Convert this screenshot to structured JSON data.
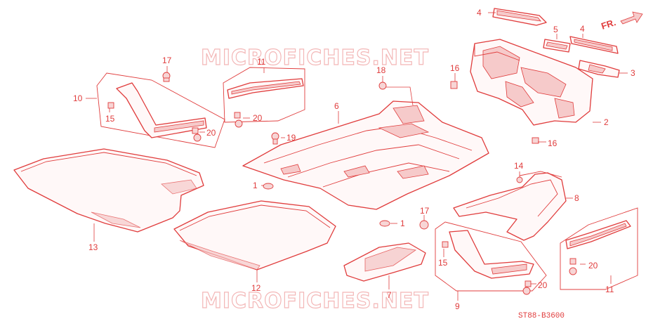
{
  "watermark": "MICROFICHES.NET",
  "direction_label": "FR.",
  "diagram_code": "ST88-B3600",
  "callouts": {
    "c1a": "1",
    "c1b": "1",
    "c2": "2",
    "c3": "3",
    "c4a": "4",
    "c4b": "4",
    "c5": "5",
    "c6": "6",
    "c7": "7",
    "c8": "8",
    "c9": "9",
    "c10": "10",
    "c11a": "11",
    "c11b": "11",
    "c12": "12",
    "c13": "13",
    "c14": "14",
    "c15a": "15",
    "c15b": "15",
    "c16a": "16",
    "c16b": "16",
    "c17a": "17",
    "c17b": "17",
    "c18": "18",
    "c19": "19",
    "c20a": "20",
    "c20b": "20",
    "c20c": "20",
    "c20d": "20"
  },
  "colors": {
    "line": "#e03c3c",
    "watermark": "#f3b7b7",
    "background": "#ffffff"
  }
}
